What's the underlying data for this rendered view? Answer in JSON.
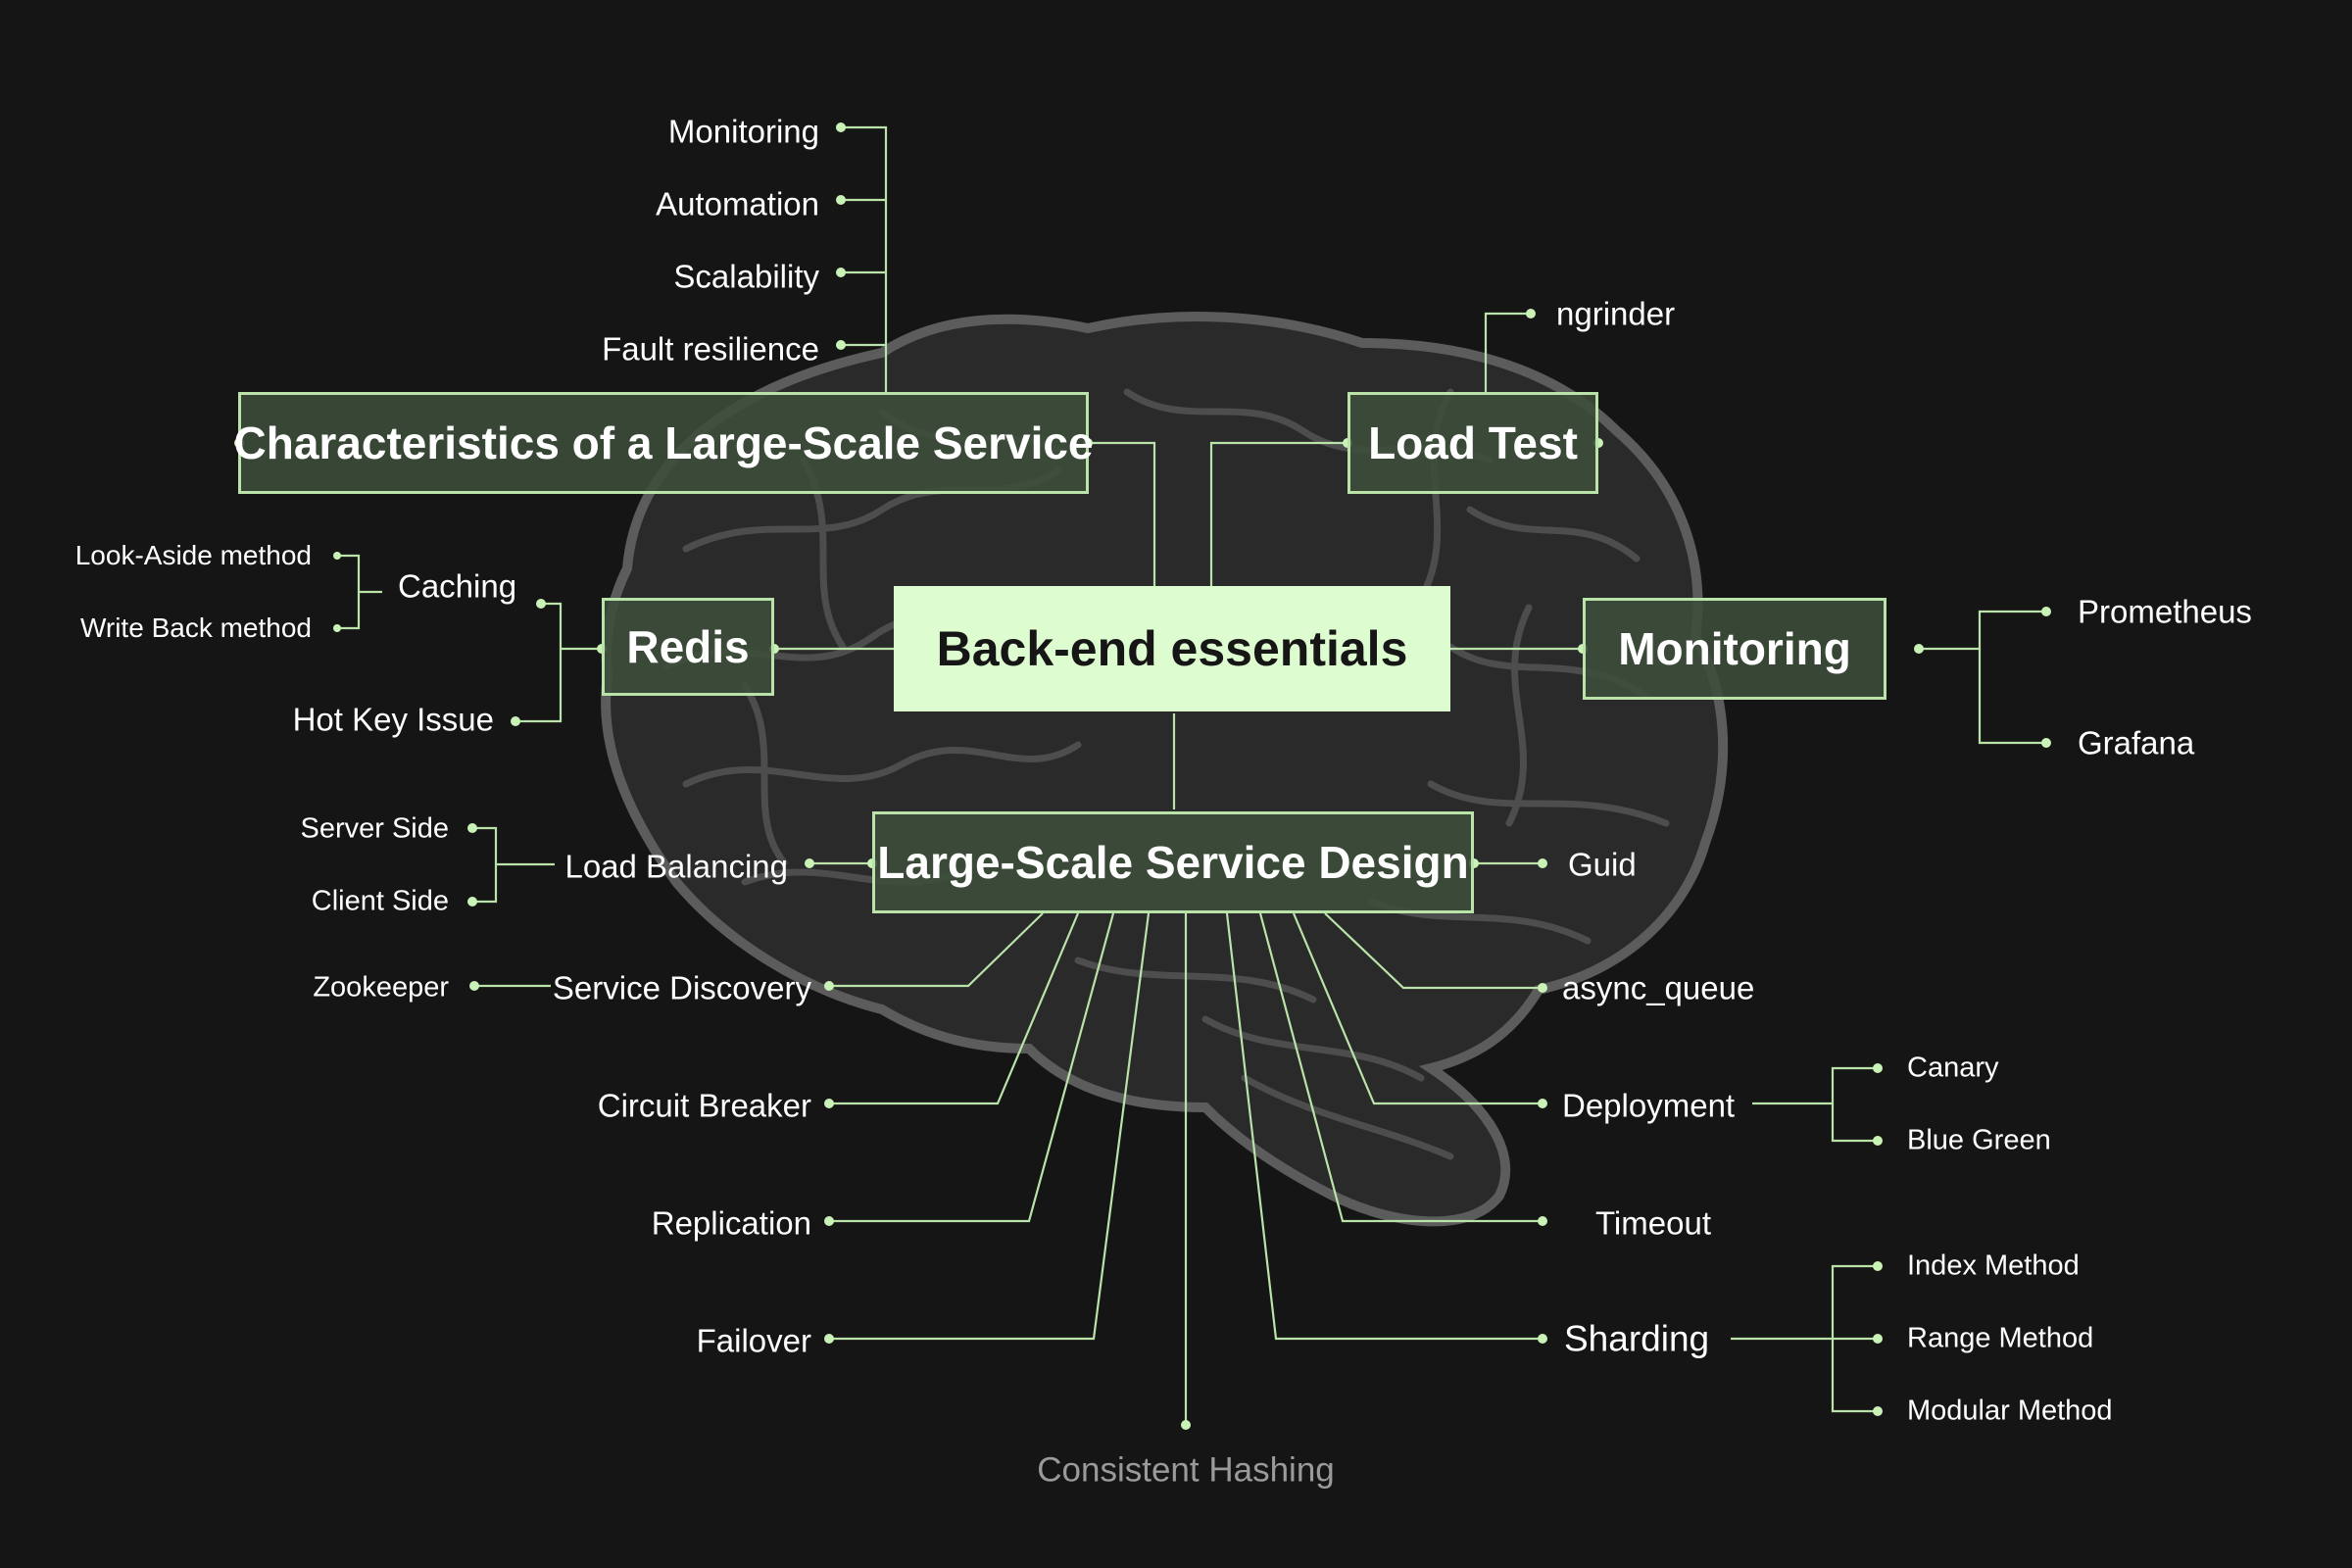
{
  "root": {
    "label": "Back-end essentials"
  },
  "branches": {
    "characteristics": {
      "label": "Characteristics of a Large-Scale Service",
      "children": [
        "Monitoring",
        "Automation",
        "Scalability",
        "Fault resilience"
      ]
    },
    "load_test": {
      "label": "Load Test",
      "children": [
        "ngrinder"
      ]
    },
    "redis": {
      "label": "Redis",
      "caching": {
        "label": "Caching",
        "children": [
          "Look-Aside method",
          "Write Back method"
        ]
      },
      "hot_key": "Hot Key Issue"
    },
    "monitoring": {
      "label": "Monitoring",
      "children": [
        "Prometheus",
        "Grafana"
      ]
    },
    "design": {
      "label": "Large-Scale Service Design",
      "load_balancing": {
        "label": "Load Balancing",
        "children": [
          "Server Side",
          "Client Side"
        ]
      },
      "service_discovery": {
        "label": "Service Discovery",
        "children": [
          "Zookeeper"
        ]
      },
      "circuit_breaker": "Circuit Breaker",
      "replication": "Replication",
      "failover": "Failover",
      "consistent_hashing": "Consistent Hashing",
      "guid": "Guid",
      "async_queue": "async_queue",
      "deployment": {
        "label": "Deployment",
        "children": [
          "Canary",
          "Blue Green"
        ]
      },
      "timeout": "Timeout",
      "sharding": {
        "label": "Sharding",
        "children": [
          "Index Method",
          "Range Method",
          "Modular Method"
        ]
      }
    }
  },
  "colors": {
    "background": "#151515",
    "accent_line": "#b9e3a8",
    "node_fill": "#3e4e3a",
    "root_fill": "#ddfcd0",
    "muted_text": "#9a9a9a"
  }
}
